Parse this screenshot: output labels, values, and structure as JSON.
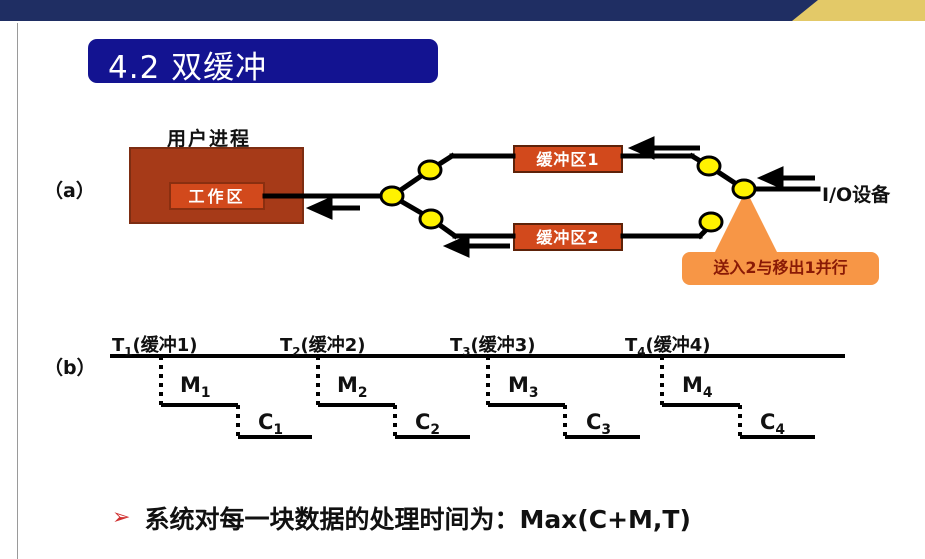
{
  "slide": {
    "banner_color": "#1F2E63",
    "banner_accent_color": "#E3C968",
    "background": "#ffffff"
  },
  "title": {
    "text": "4.2  双缓冲",
    "box_color": "#131391",
    "text_color": "#ffffff"
  },
  "labels": {
    "part_a": "（a）",
    "part_b": "（b）"
  },
  "diagram_a": {
    "user_process_caption": "用户进程",
    "work_area": "工作区",
    "buffer1": "缓冲区1",
    "buffer2": "缓冲区2",
    "io_device": "I/O设备",
    "callout": "送入2与移出1并行",
    "process_box_color": "#A63A18",
    "work_box_color": "#D2491C",
    "buffer_box_color": "#D2491C",
    "callout_color": "#F79646",
    "callout_text_color": "#8A1A06",
    "switch_node_color": "#FFF200"
  },
  "diagram_b": {
    "t_labels": [
      {
        "base": "T",
        "sub": "1",
        "paren": "(缓冲1)"
      },
      {
        "base": "T",
        "sub": "2",
        "paren": "(缓冲2)"
      },
      {
        "base": "T",
        "sub": "3",
        "paren": "(缓冲3)"
      },
      {
        "base": "T",
        "sub": "4",
        "paren": "(缓冲4)"
      }
    ],
    "m_labels": [
      {
        "base": "M",
        "sub": "1"
      },
      {
        "base": "M",
        "sub": "2"
      },
      {
        "base": "M",
        "sub": "3"
      },
      {
        "base": "M",
        "sub": "4"
      }
    ],
    "c_labels": [
      {
        "base": "C",
        "sub": "1"
      },
      {
        "base": "C",
        "sub": "2"
      },
      {
        "base": "C",
        "sub": "3"
      },
      {
        "base": "C",
        "sub": "4"
      }
    ]
  },
  "footer": {
    "bullet_glyph": "➢",
    "bullet_color": "#D03030",
    "text": "系统对每一块数据的处理时间为：Max(C+M,T)"
  }
}
